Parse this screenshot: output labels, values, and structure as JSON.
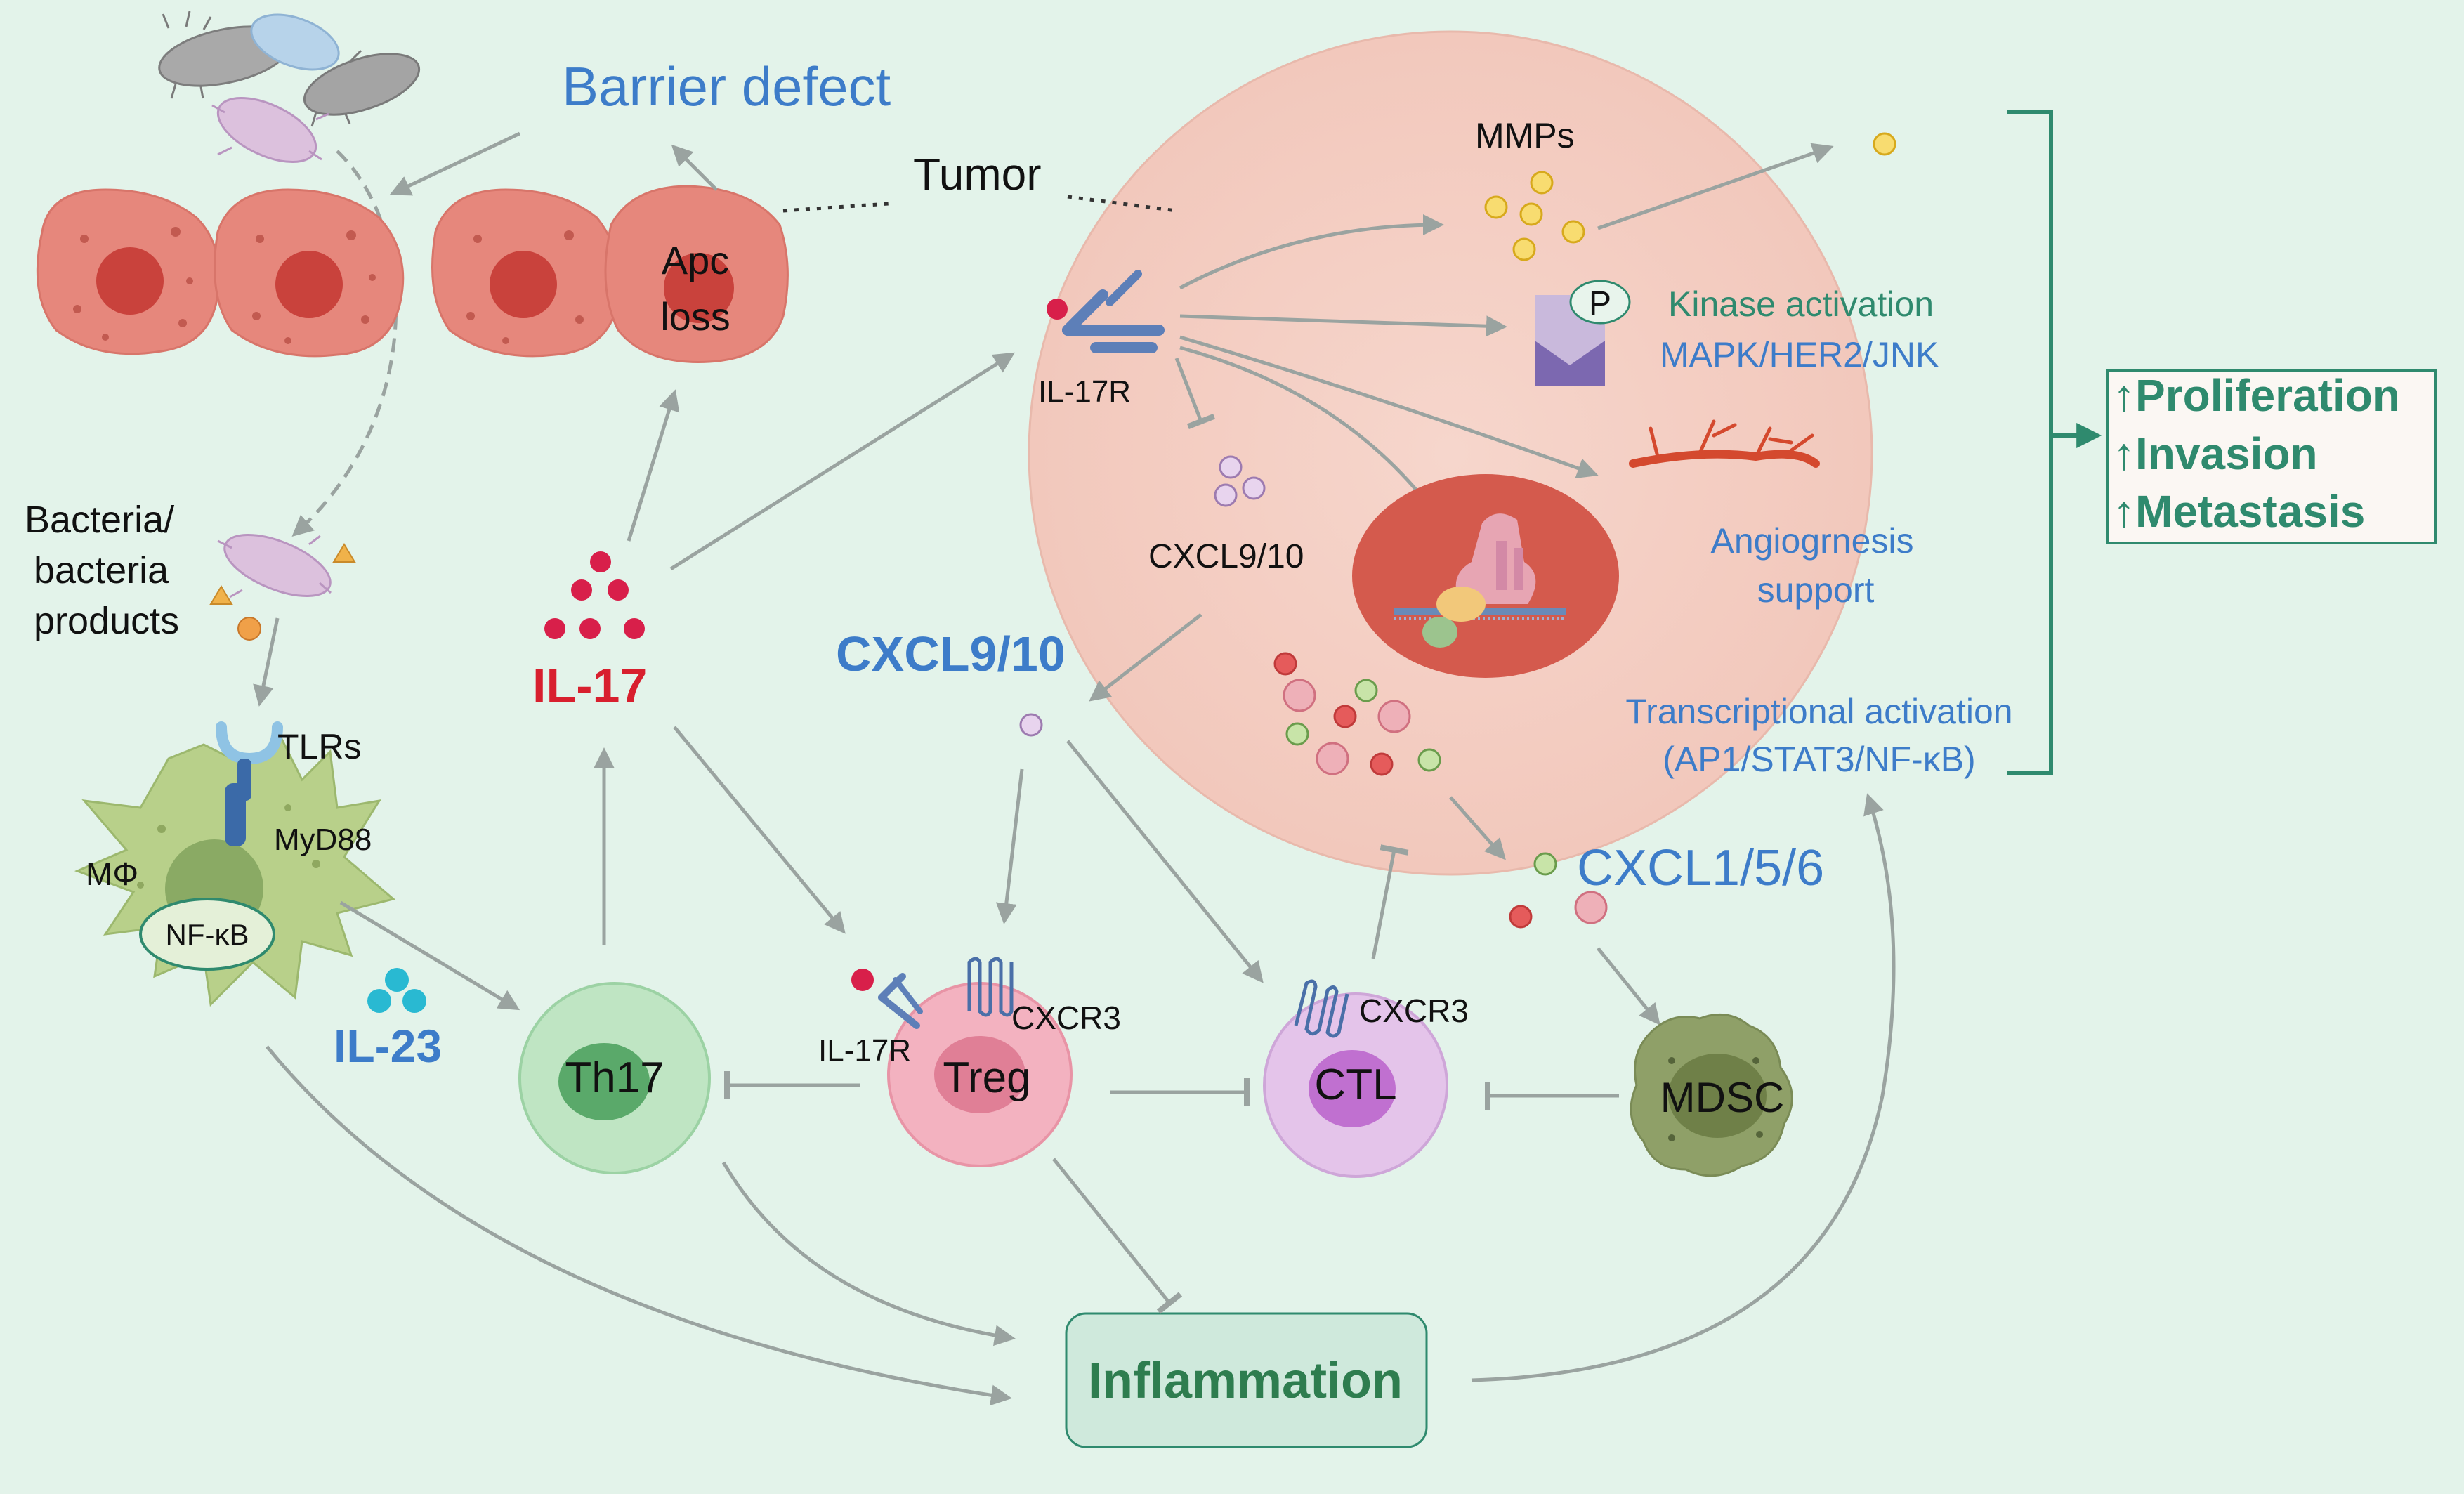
{
  "labels": {
    "barrier_defect": "Barrier defect",
    "tumor": "Tumor",
    "apc_line1": "Apc",
    "apc_line2": "loss",
    "bacteria_line1": "Bacteria/",
    "bacteria_line2": "bacteria",
    "bacteria_line3": "products",
    "tlrs": "TLRs",
    "myd88": "MyD88",
    "macrophage": "MΦ",
    "nfkb": "NF-κB",
    "il23": "IL-23",
    "il17": "IL-17",
    "il17r_top": "IL-17R",
    "il17r_treg": "IL-17R",
    "cxcl910_small": "CXCL9/10",
    "cxcl910_big": "CXCL9/10",
    "mmps": "MMPs",
    "p_label": "P",
    "kinase_line1": "Kinase activation",
    "kinase_line2": "MAPK/HER2/JNK",
    "angio_line1": "Angiogrnesis",
    "angio_line2": "support",
    "transcr_line1": "Transcriptional activation",
    "transcr_line2": "(AP1/STAT3/NF-κB)",
    "cxcl156": "CXCL1/5/6",
    "th17": "Th17",
    "treg": "Treg",
    "cxcr3_treg": "CXCR3",
    "ctl": "CTL",
    "cxcr3_ctl": "CXCR3",
    "mdsc": "MDSC",
    "inflammation": "Inflammation",
    "outcome_1": "↑Proliferation",
    "outcome_2": "↑Invasion",
    "outcome_3": "↑Metastasis"
  },
  "colors": {
    "background": "#e3f3ea",
    "blue_text": "#3d7cc9",
    "red_text": "#d81f2e",
    "teal_text": "#2f8a6e",
    "green_dark": "#2e7d4f",
    "arrow": "#9aa3a0",
    "tumor_circle": "#f6d0c6"
  }
}
